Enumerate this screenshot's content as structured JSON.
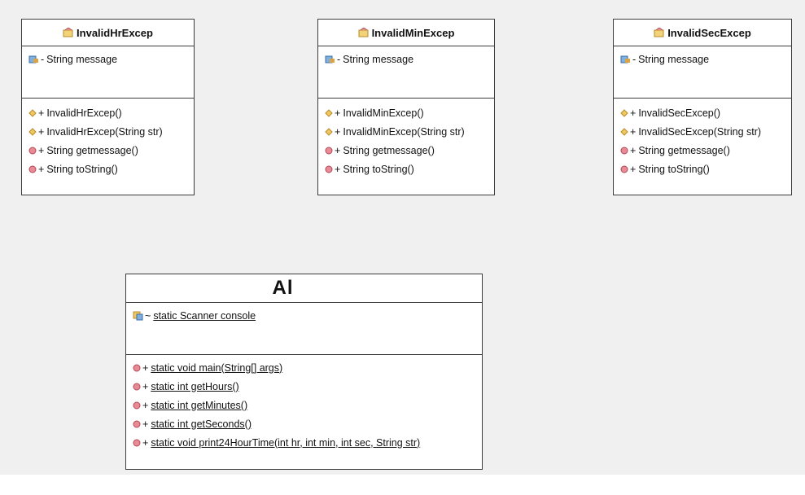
{
  "classes": [
    {
      "name": "InvalidHrExcep",
      "fields": [
        {
          "vis": "-",
          "text": "String message"
        }
      ],
      "methods": [
        {
          "vis": "+",
          "text": "InvalidHrExcep()",
          "kind": "constructor"
        },
        {
          "vis": "+",
          "text": "InvalidHrExcep(String str)",
          "kind": "constructor"
        },
        {
          "vis": "+",
          "text": "String getmessage()",
          "kind": "method"
        },
        {
          "vis": "+",
          "text": "String toString()",
          "kind": "method"
        }
      ]
    },
    {
      "name": "InvalidMinExcep",
      "fields": [
        {
          "vis": "-",
          "text": "String message"
        }
      ],
      "methods": [
        {
          "vis": "+",
          "text": "InvalidMinExcep()",
          "kind": "constructor"
        },
        {
          "vis": "+",
          "text": "InvalidMinExcep(String str)",
          "kind": "constructor"
        },
        {
          "vis": "+",
          "text": "String getmessage()",
          "kind": "method"
        },
        {
          "vis": "+",
          "text": "String toString()",
          "kind": "method"
        }
      ]
    },
    {
      "name": "InvalidSecExcep",
      "fields": [
        {
          "vis": "-",
          "text": "String message"
        }
      ],
      "methods": [
        {
          "vis": "+",
          "text": "InvalidSecExcep()",
          "kind": "constructor"
        },
        {
          "vis": "+",
          "text": "InvalidSecExcep(String str)",
          "kind": "constructor"
        },
        {
          "vis": "+",
          "text": "String getmessage()",
          "kind": "method"
        },
        {
          "vis": "+",
          "text": "String toString()",
          "kind": "method"
        }
      ]
    },
    {
      "name": "Al",
      "fields": [
        {
          "vis": "~",
          "text": "static Scanner console"
        }
      ],
      "methods": [
        {
          "vis": "+",
          "text": "static void main(String[] args)",
          "kind": "method"
        },
        {
          "vis": "+",
          "text": "static int getHours()",
          "kind": "method"
        },
        {
          "vis": "+",
          "text": "static int getMinutes()",
          "kind": "method"
        },
        {
          "vis": "+",
          "text": "static int getSeconds()",
          "kind": "method"
        },
        {
          "vis": "+",
          "text": "static void print24HourTime(int hr, int min, int sec, String str)",
          "kind": "method"
        }
      ]
    }
  ],
  "colors": {
    "background": "#f0f0f0",
    "border": "#3c3c3c",
    "constructor_icon": "#e8b54a",
    "method_icon": "#e07a86",
    "field_icon": "#5a8fc8"
  }
}
